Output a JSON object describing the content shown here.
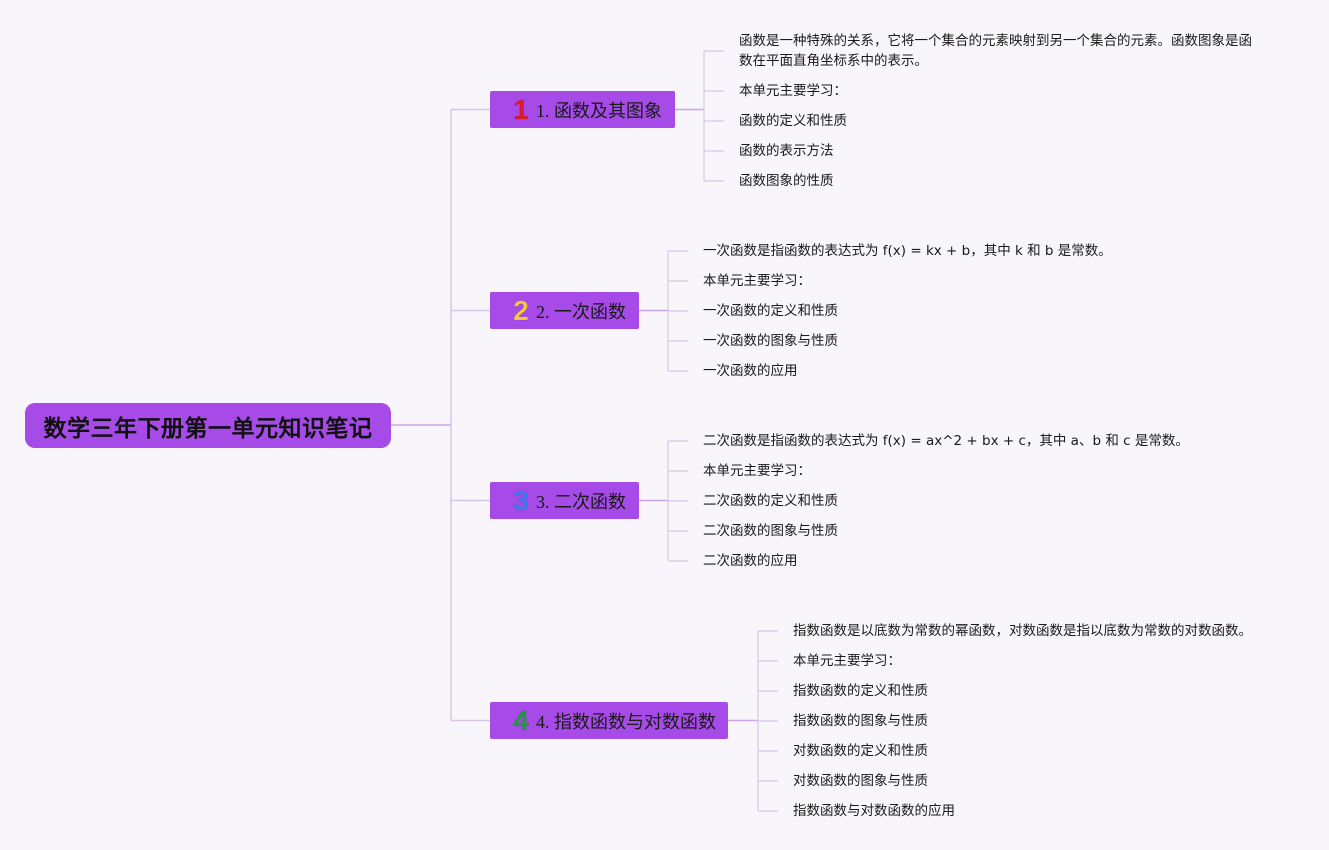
{
  "root": {
    "title": "数学三年下册第一单元知识笔记"
  },
  "colors": {
    "background": "#f8f5fb",
    "node_fill": "#a64ae8",
    "main_connector": "#d7c6e6",
    "branch_connector": "#c9a6ea",
    "leaf_connector": "#d8c8e8",
    "badge_1": "#e0192f",
    "badge_2": "#f5c744",
    "badge_3": "#3b7cf2",
    "badge_4": "#1e9d3c"
  },
  "branches": [
    {
      "number": "1",
      "label": "1. 函数及其图象",
      "items": [
        "函数是一种特殊的关系，它将一个集合的元素映射到另一个集合的元素。函数图象是函数在平面直角坐标系中的表示。",
        "本单元主要学习：",
        "函数的定义和性质",
        "函数的表示方法",
        "函数图象的性质"
      ]
    },
    {
      "number": "2",
      "label": "2. 一次函数",
      "items": [
        "一次函数是指函数的表达式为 f(x) = kx + b，其中 k 和 b 是常数。",
        "本单元主要学习：",
        "一次函数的定义和性质",
        "一次函数的图象与性质",
        "一次函数的应用"
      ]
    },
    {
      "number": "3",
      "label": "3. 二次函数",
      "items": [
        "二次函数是指函数的表达式为 f(x) = ax^2 + bx + c，其中 a、b 和 c 是常数。",
        "本单元主要学习：",
        "二次函数的定义和性质",
        "二次函数的图象与性质",
        "二次函数的应用"
      ]
    },
    {
      "number": "4",
      "label": "4. 指数函数与对数函数",
      "items": [
        "指数函数是以底数为常数的幂函数，对数函数是指以底数为常数的对数函数。",
        "本单元主要学习：",
        "指数函数的定义和性质",
        "指数函数的图象与性质",
        "对数函数的定义和性质",
        "对数函数的图象与性质",
        "指数函数与对数函数的应用"
      ]
    }
  ]
}
